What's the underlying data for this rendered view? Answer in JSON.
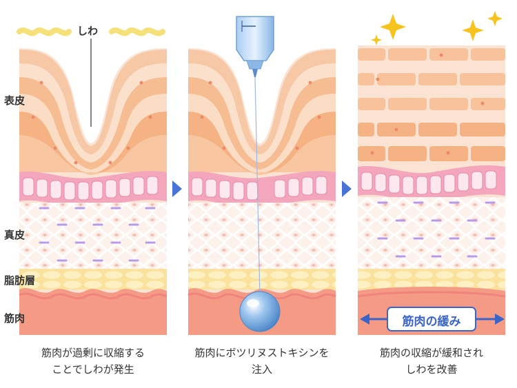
{
  "labels": {
    "wrinkle": "しわ",
    "epidermis": "表皮",
    "dermis": "真皮",
    "fat": "脂肪層",
    "muscle": "筋肉",
    "muscle_relax": "筋肉の緩み"
  },
  "captions": [
    {
      "line1": "筋肉が過剰に収縮する",
      "line2": "ことでしわが発生"
    },
    {
      "line1": "筋肉にボツリヌストキシンを",
      "line2": "注入"
    },
    {
      "line1": "筋肉の収縮が緩和され",
      "line2": "しわを改善"
    }
  ],
  "colors": {
    "epidermis_light": "#fbe3d4",
    "epidermis_mid": "#f8c9a4",
    "epidermis_dark": "#f5b080",
    "basal_pink": "#f4a6bd",
    "dermis": "#fdeee8",
    "collagen": "#b79be8",
    "fat": "#fbe9a6",
    "muscle": "#f49a85",
    "arrow_blue": "#4a73d8",
    "sparkle": "#f7c31e"
  }
}
